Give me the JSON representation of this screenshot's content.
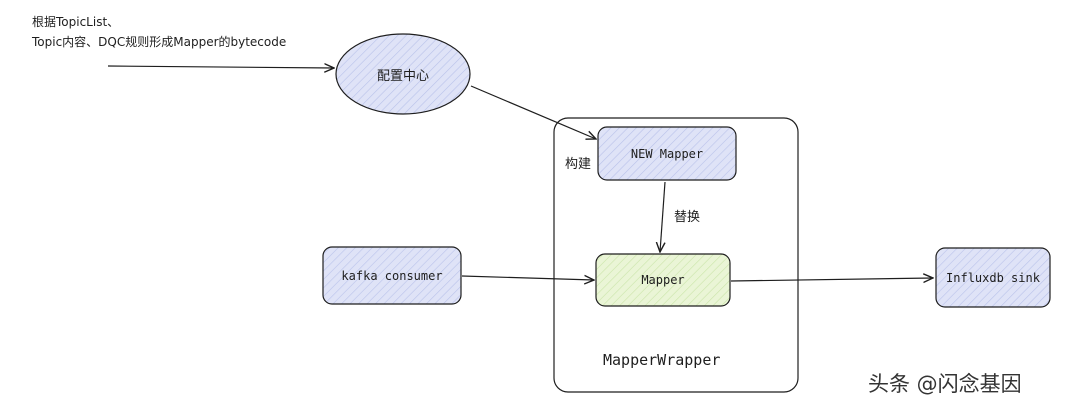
{
  "note": {
    "line1": "根据TopicList、",
    "line2": "Topic内容、DQC规则形成Mapper的bytecode"
  },
  "nodes": {
    "config_center": "配置中心",
    "new_mapper": "NEW Mapper",
    "mapper": "Mapper",
    "kafka_consumer": "kafka consumer",
    "influxdb_sink": "Influxdb sink"
  },
  "edges": {
    "build_label": "构建",
    "replace_label": "替换"
  },
  "container": {
    "title": "MapperWrapper"
  },
  "watermark": "头条 @闪念基因",
  "colors": {
    "blue_fill": "#dfe3f7",
    "green_fill": "#eaf5d6",
    "stroke": "#1e1e1e",
    "hatch_blue": "#b9c2ea",
    "hatch_green": "#c9e4a8"
  }
}
